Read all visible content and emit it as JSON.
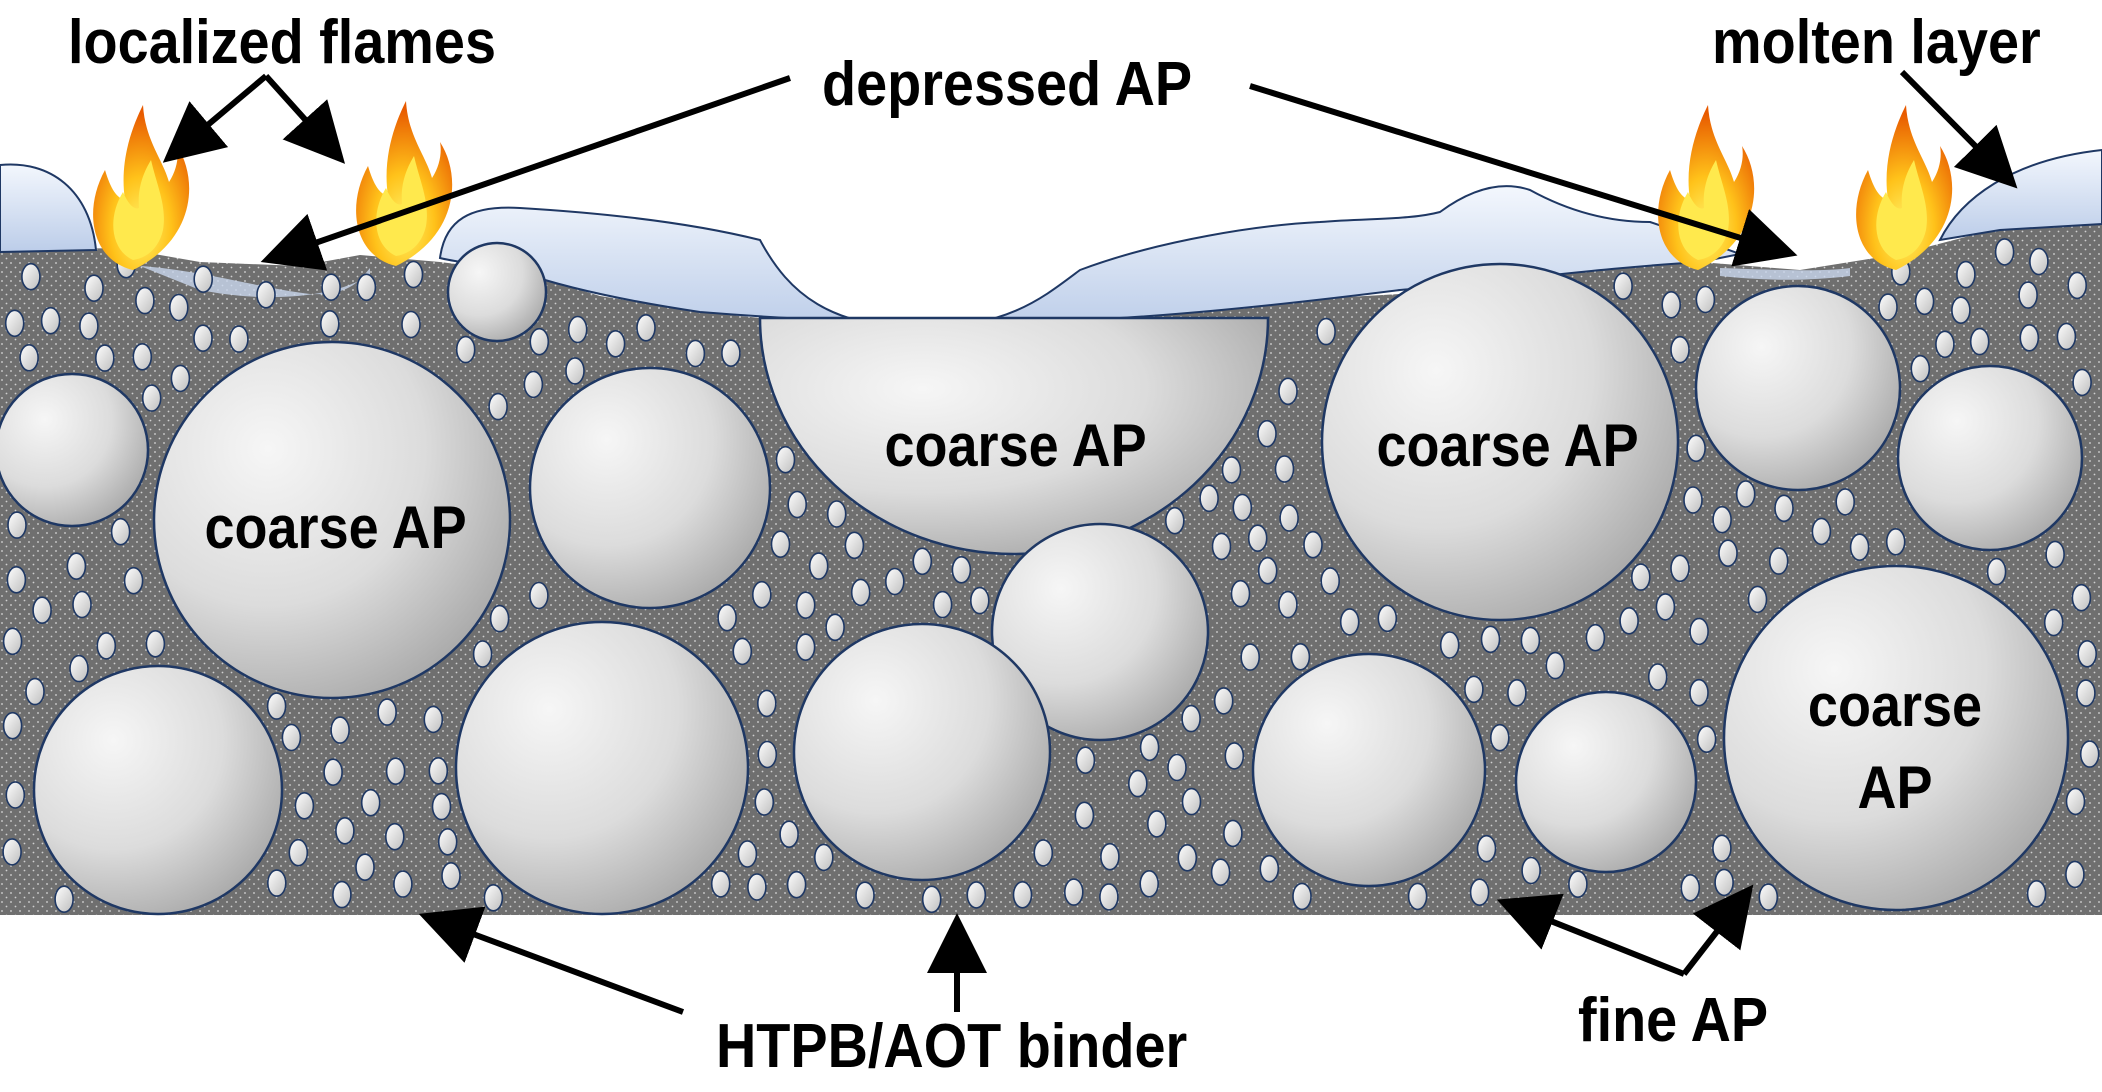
{
  "labels": {
    "localized_flames": "localized flames",
    "depressed_ap": "depressed AP",
    "molten_layer": "molten layer",
    "binder": "HTPB/AOT binder",
    "fine_ap": "fine AP",
    "coarse_ap_1": "coarse AP",
    "coarse_ap_2": "coarse AP",
    "coarse_ap_3": "coarse AP",
    "coarse_ap_4_line1": "coarse",
    "coarse_ap_4_line2": "AP"
  },
  "colors": {
    "binder": "#6f6f6f",
    "binder_dots": "#d9d9d9",
    "particle_outline": "#1f3864",
    "particle_light": "#f4f4f4",
    "particle_dark": "#a9a9a9",
    "molten_layer": "#c9d7ee",
    "arrow": "#000000",
    "flame_outer": "#f08a00",
    "flame_inner": "#ffe14a"
  },
  "icons": {
    "flame": "flame-icon"
  }
}
